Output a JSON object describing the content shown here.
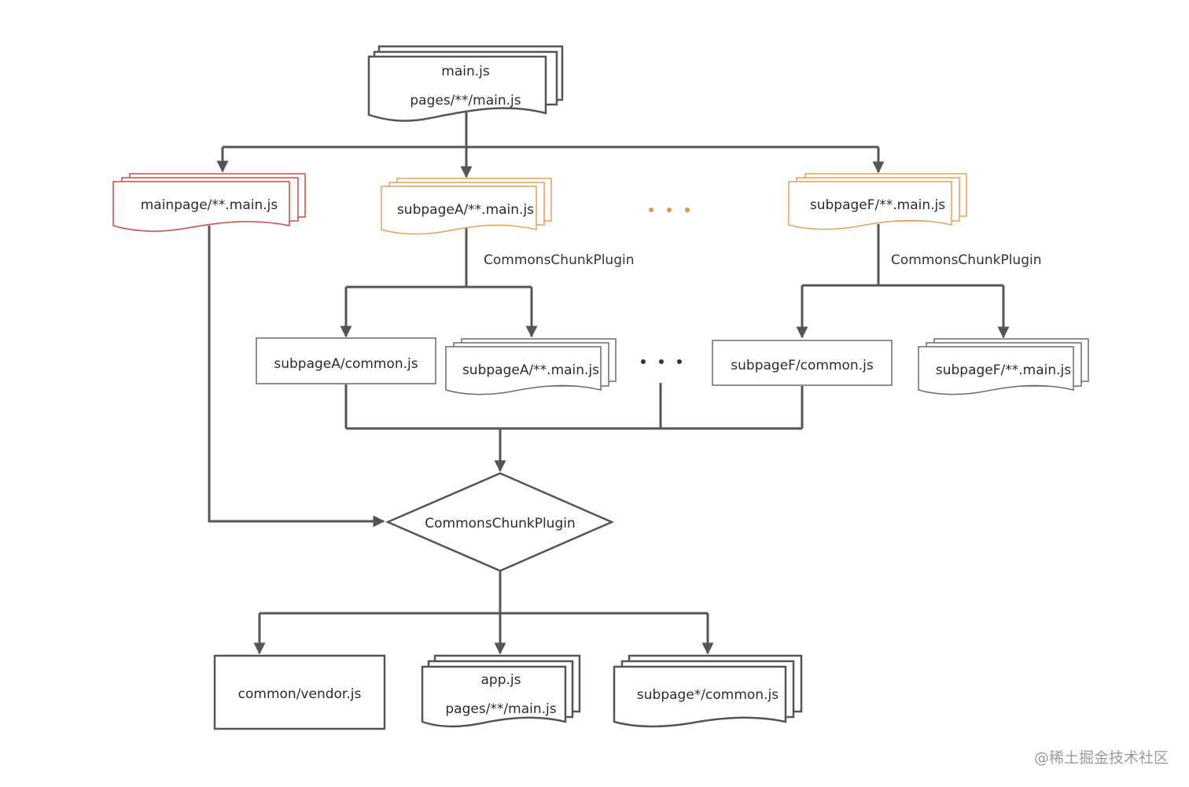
{
  "colors": {
    "line": "#555555",
    "red_accent": "#cc4b47",
    "orange_accent": "#e6a054",
    "ellipsis_orange": "#e39444",
    "text": "#2b2b2b"
  },
  "nodes": {
    "root": {
      "line1": "main.js",
      "line2": "pages/**/main.js"
    },
    "mainpage": {
      "label": "mainpage/**.main.js"
    },
    "subpageA": {
      "label": "subpageA/**.main.js"
    },
    "subpageF": {
      "label": "subpageF/**.main.js"
    },
    "subpageA_common": {
      "label": "subpageA/common.js"
    },
    "subpageA_main": {
      "label": "subpageA/**.main.js"
    },
    "subpageF_common": {
      "label": "subpageF/common.js"
    },
    "subpageF_main": {
      "label": "subpageF/**.main.js"
    },
    "decision": {
      "label": "CommonsChunkPlugin"
    },
    "vendor": {
      "label": "common/vendor.js"
    },
    "app": {
      "line1": "app.js",
      "line2": "pages/**/main.js"
    },
    "subpage_common": {
      "label": "subpage*/common.js"
    }
  },
  "edge_labels": {
    "a": "CommonsChunkPlugin",
    "f": "CommonsChunkPlugin"
  },
  "watermark": "@稀土掘金技术社区"
}
